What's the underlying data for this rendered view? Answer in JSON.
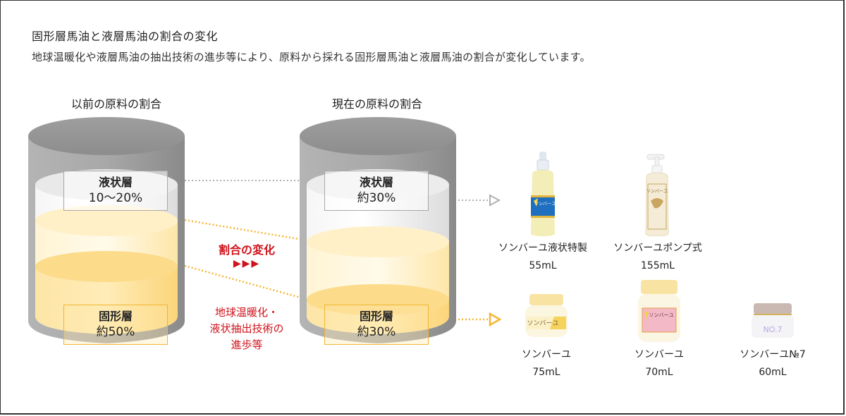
{
  "header": {
    "title": "固形層馬油と液層馬油の割合の変化",
    "subtitle": "地球温暖化や液層馬油の抽出技術の進歩等により、原料から採れる固形層馬油と液層馬油の割合が変化しています。"
  },
  "before": {
    "heading": "以前の原料の割合",
    "liquid": {
      "label": "液状層",
      "value": "10〜20%"
    },
    "solid": {
      "label": "固形層",
      "value": "約50%"
    }
  },
  "after": {
    "heading": "現在の原料の割合",
    "liquid": {
      "label": "液状層",
      "value": "約30%"
    },
    "solid": {
      "label": "固形層",
      "value": "約30%"
    }
  },
  "change": {
    "label": "割合の変化",
    "arrows": "▶▶▶",
    "reasons": [
      "地球温暖化・",
      "液状抽出技術の",
      "進歩等"
    ]
  },
  "products": {
    "liquid": [
      {
        "name": "ソンバーユ液状特製",
        "volume": "55mL",
        "icon": "dropper-bottle"
      },
      {
        "name": "ソンバーユポンプ式",
        "volume": "155mL",
        "icon": "pump-bottle"
      }
    ],
    "solid": [
      {
        "name": "ソンバーユ",
        "volume": "75mL",
        "icon": "yellow-label-jar",
        "label": "ソンバーユ"
      },
      {
        "name": "ソンバーユ",
        "volume": "70mL",
        "icon": "pink-label-jar",
        "label": "ソンバーユ"
      },
      {
        "name": "ソンバーユ№7",
        "volume": "60mL",
        "icon": "no7-jar",
        "label": "NO.7"
      }
    ]
  },
  "colors": {
    "accent_red": "#d0121b",
    "solid_line": "#f5b533",
    "liquid_line": "#aaaaaa",
    "tank_gray": "#8c8c8c",
    "solid_fill": "#fcd97e",
    "liquid_fill": "#fff4d6"
  }
}
